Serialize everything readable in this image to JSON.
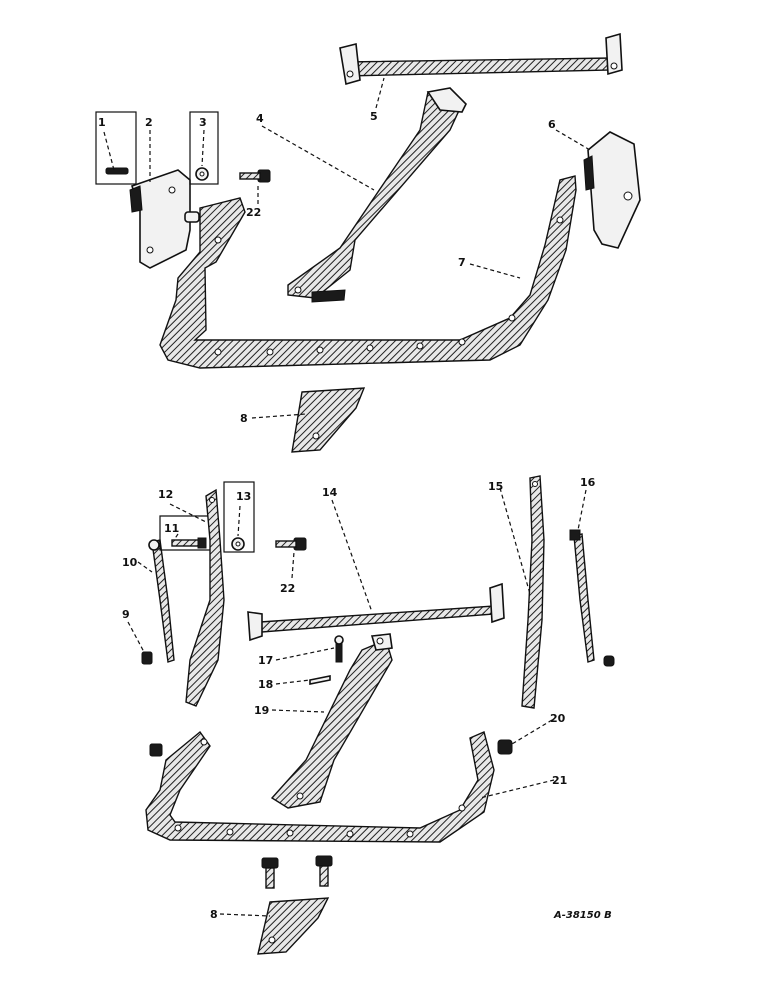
{
  "document_number": "A-38150 B",
  "callouts": {
    "c1": "1",
    "c2": "2",
    "c3": "3",
    "c4": "4",
    "c5": "5",
    "c6": "6",
    "c7": "7",
    "c8_top": "8",
    "c22_top": "22",
    "c9": "9",
    "c10": "10",
    "c11": "11",
    "c12": "12",
    "c13": "13",
    "c14": "14",
    "c15": "15",
    "c16": "16",
    "c17": "17",
    "c18": "18",
    "c19": "19",
    "c20": "20",
    "c21": "21",
    "c22_bottom": "22",
    "c8_bottom": "8"
  }
}
